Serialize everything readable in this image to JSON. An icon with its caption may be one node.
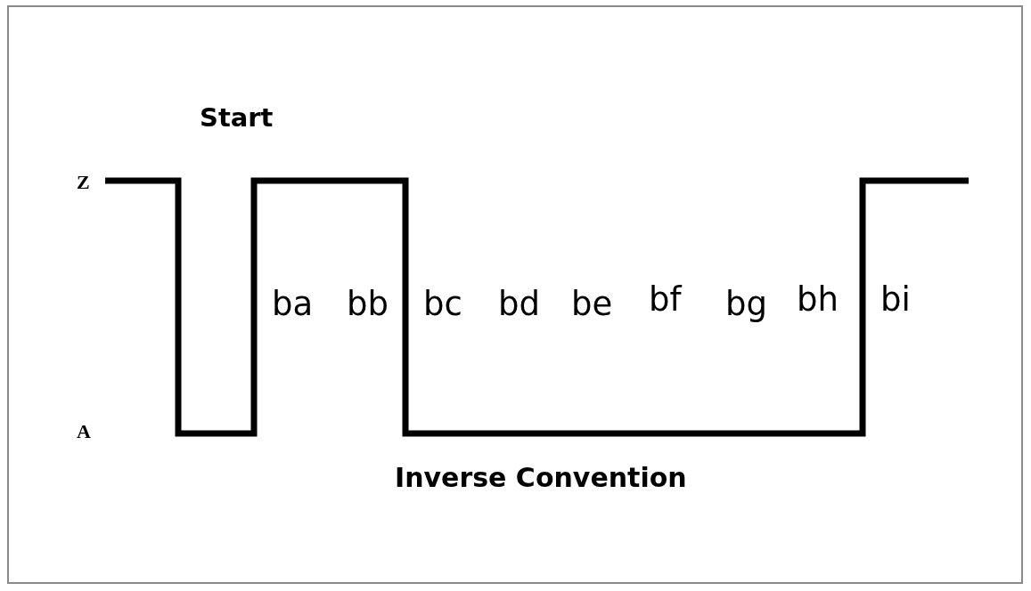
{
  "diagram": {
    "caption": "Inverse Convention",
    "labels": [
      "Start",
      "Z",
      "ba",
      "bb",
      "bc",
      "bd",
      "be",
      "bf",
      "bg",
      "bh",
      "bi",
      "A"
    ]
  }
}
